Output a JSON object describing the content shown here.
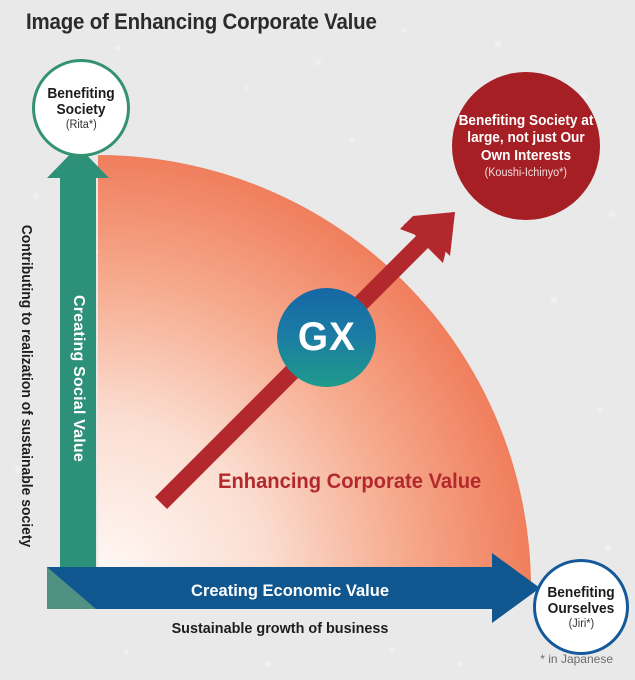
{
  "page": {
    "title": "Image of Enhancing Corporate Value",
    "background_color": "#e9e9e9",
    "footnote": "* in Japanese"
  },
  "axes": {
    "vertical_outer_label": "Contributing to realization of sustainable society",
    "vertical_arrow_label": "Creating Social Value",
    "horizontal_arrow_label": "Creating Economic Value",
    "horizontal_caption": "Sustainable growth of business"
  },
  "circles": {
    "society": {
      "line1": "Benefiting Society",
      "line2": "(Rita*)",
      "border_color": "#35926f",
      "fill_color": "#ffffff"
    },
    "koushi": {
      "line1": "Benefiting Society at large, not just Our Own Interests",
      "line2": "(Koushi-Ichinyo*)",
      "fill_color": "#a51f24",
      "text_color": "#ffffff"
    },
    "ourselves": {
      "line1": "Benefiting Ourselves",
      "line2": "(Jiri*)",
      "border_color": "#14599b",
      "fill_color": "#ffffff"
    }
  },
  "bubble": {
    "label": "GX",
    "gradient_top": "#1667a4",
    "gradient_bottom": "#1f9a8c"
  },
  "center_label": {
    "text": "Enhancing Corporate Value",
    "color": "#b3282d"
  },
  "colors": {
    "teal_arrow": "#2d9078",
    "blue_arrow": "#10578f",
    "orange_start": "#f07a5a",
    "orange_end": "#fdf6f2",
    "red_arrow": "#b3282d"
  }
}
